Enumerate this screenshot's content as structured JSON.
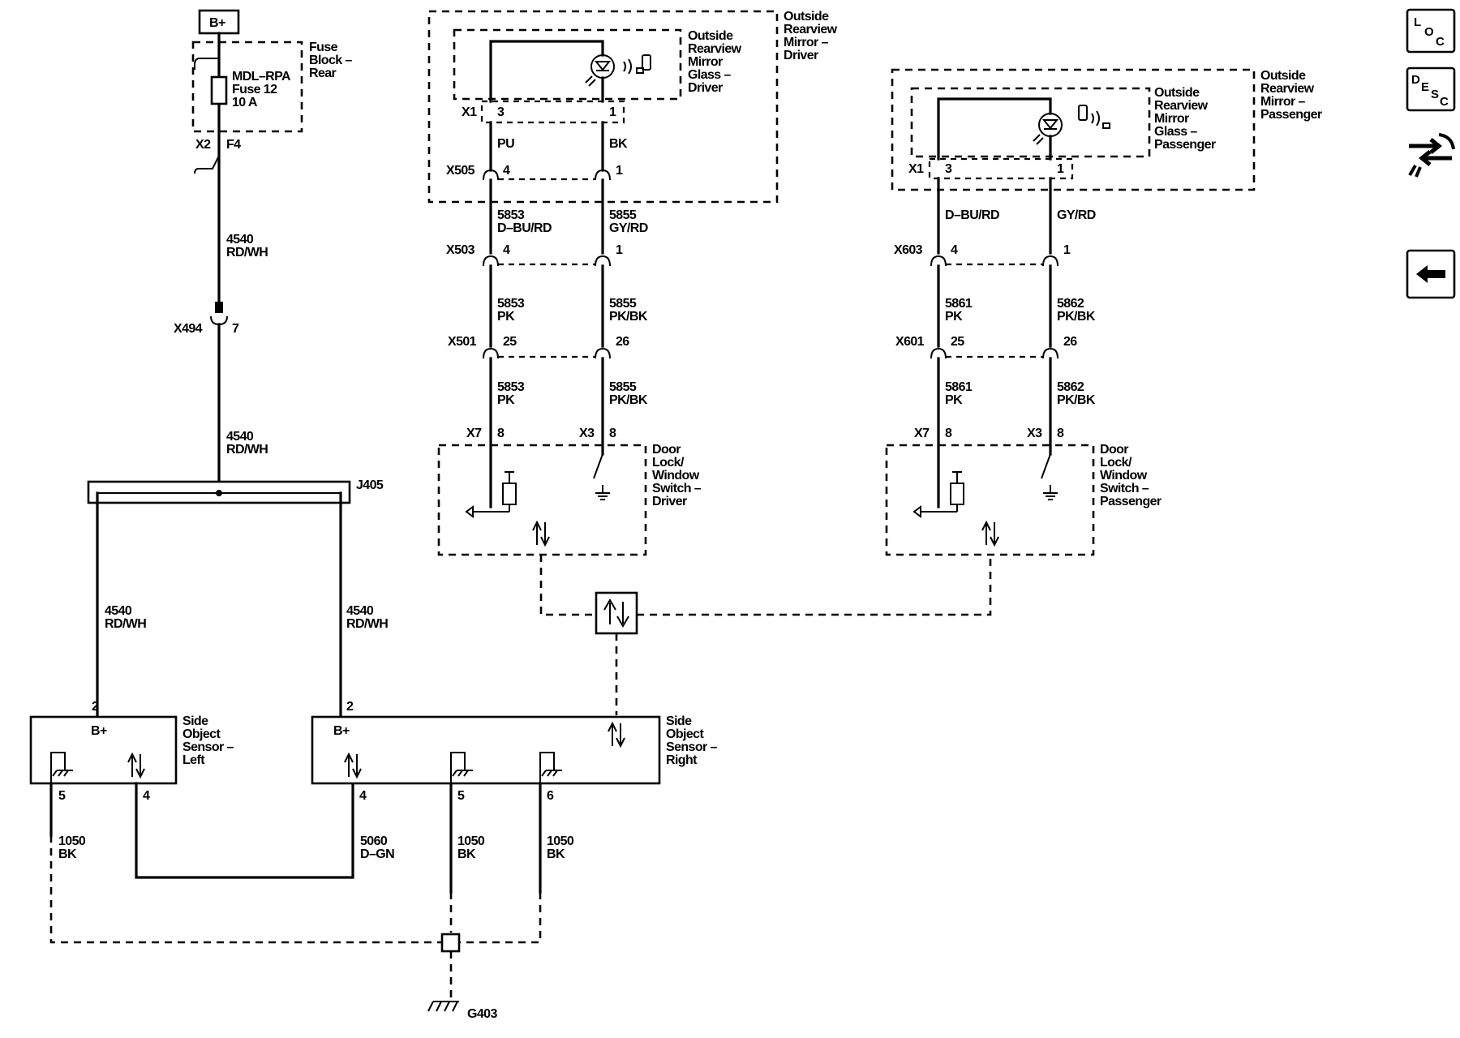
{
  "nav": {
    "loc": {
      "letters": [
        "L",
        "O",
        "C"
      ]
    },
    "desc": {
      "letters": [
        "D",
        "E",
        "S",
        "C"
      ]
    },
    "connector_icon": "connector-view-icon",
    "back_icon": "back-arrow-icon"
  },
  "fuse_block": {
    "supply": "B+",
    "title": [
      "Fuse",
      "Block –",
      "Rear"
    ],
    "fuse": [
      "MDL–RPA",
      "Fuse 12",
      "10 A"
    ],
    "x2": "X2",
    "f4": "F4"
  },
  "supply_wire": {
    "w1": [
      "4540",
      "RD/WH"
    ],
    "x494": "X494",
    "x494_pin": "7",
    "w2": [
      "4540",
      "RD/WH"
    ],
    "splice": "J405",
    "left": [
      "4540",
      "RD/WH"
    ],
    "right": [
      "4540",
      "RD/WH"
    ]
  },
  "driver_mirror": {
    "outer": [
      "Outside",
      "Rearview",
      "Mirror –",
      "Driver"
    ],
    "inner": [
      "Outside",
      "Rearview",
      "Mirror",
      "Glass –",
      "Driver"
    ],
    "x1": "X1",
    "pin3": "3",
    "pin1": "1",
    "c1": "PU",
    "c2": "BK",
    "x505": "X505",
    "x505_a": "4",
    "x505_b": "1",
    "wa": [
      "5853",
      "D–BU/RD"
    ],
    "wb": [
      "5855",
      "GY/RD"
    ],
    "x503": "X503",
    "x503_a": "4",
    "x503_b": "1",
    "wc": [
      "5853",
      "PK"
    ],
    "wd": [
      "5855",
      "PK/BK"
    ],
    "x501": "X501",
    "x501_a": "25",
    "x501_b": "26",
    "we": [
      "5853",
      "PK"
    ],
    "wf": [
      "5855",
      "PK/BK"
    ],
    "x7": "X7",
    "x7_pin": "8",
    "x3": "X3",
    "x3_pin": "8"
  },
  "driver_switch": {
    "title": [
      "Door",
      "Lock/",
      "Window",
      "Switch –",
      "Driver"
    ]
  },
  "pass_mirror": {
    "outer": [
      "Outside",
      "Rearview",
      "Mirror –",
      "Passenger"
    ],
    "inner": [
      "Outside",
      "Rearview",
      "Mirror",
      "Glass –",
      "Passenger"
    ],
    "x1": "X1",
    "pin3": "3",
    "pin1": "1",
    "wa": "D–BU/RD",
    "wb": "GY/RD",
    "x603": "X603",
    "x603_a": "4",
    "x603_b": "1",
    "wc": [
      "5861",
      "PK"
    ],
    "wd": [
      "5862",
      "PK/BK"
    ],
    "x601": "X601",
    "x601_a": "25",
    "x601_b": "26",
    "we": [
      "5861",
      "PK"
    ],
    "wf": [
      "5862",
      "PK/BK"
    ],
    "x7": "X7",
    "x7_pin": "8",
    "x3": "X3",
    "x3_pin": "8"
  },
  "pass_switch": {
    "title": [
      "Door",
      "Lock/",
      "Window",
      "Switch –",
      "Passenger"
    ]
  },
  "sensor_left": {
    "title": [
      "Side",
      "Object",
      "Sensor –",
      "Left"
    ],
    "bplus": "B+",
    "pin2": "2",
    "pin5": "5",
    "pin4": "4",
    "w_gnd": [
      "1050",
      "BK"
    ]
  },
  "sensor_right": {
    "title": [
      "Side",
      "Object",
      "Sensor –",
      "Right"
    ],
    "bplus": "B+",
    "pin2": "2",
    "pin4": "4",
    "pin5": "5",
    "pin6": "6",
    "w_data": [
      "5060",
      "D–GN"
    ],
    "w_gnd5": [
      "1050",
      "BK"
    ],
    "w_gnd6": [
      "1050",
      "BK"
    ]
  },
  "ground": {
    "label": "G403"
  }
}
